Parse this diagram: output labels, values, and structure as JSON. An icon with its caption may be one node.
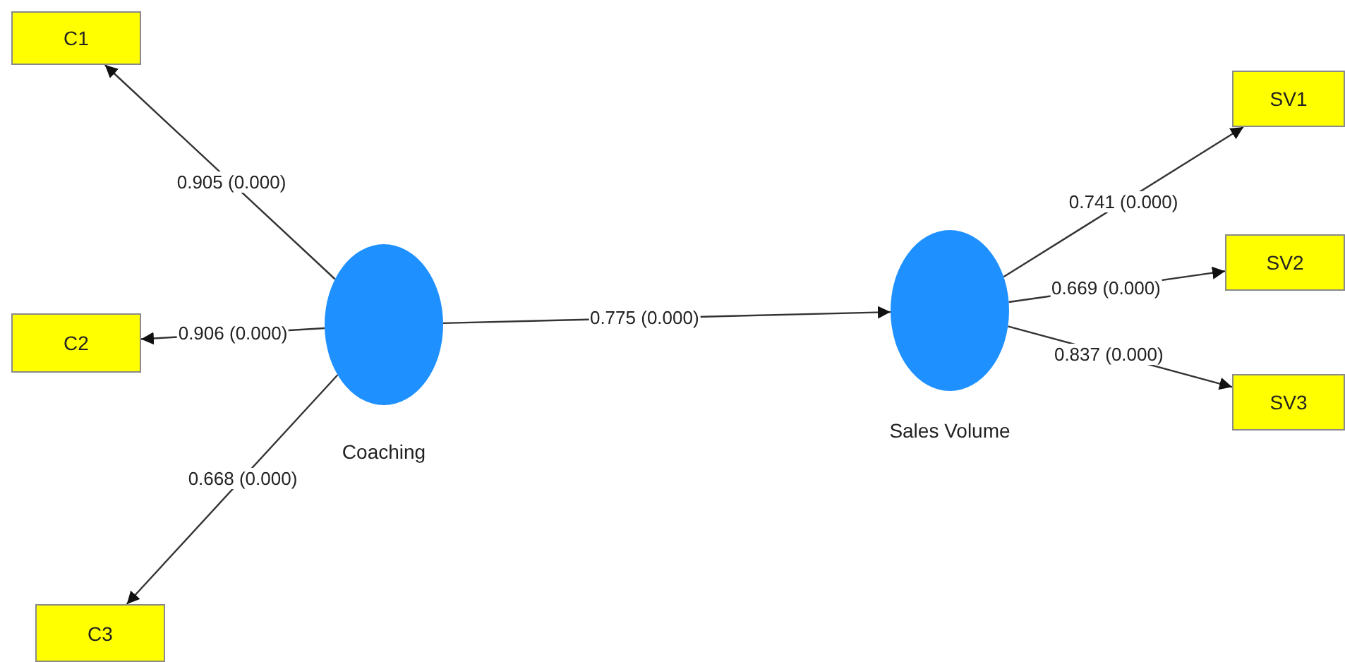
{
  "diagram": {
    "nodes": [
      {
        "text": [
          "C1"
        ]
      },
      {
        "text": [
          "C2"
        ]
      },
      {
        "text": [
          "C3"
        ]
      },
      {
        "text": [
          "Coaching"
        ]
      },
      {
        "text": [
          "Sales Volume"
        ]
      },
      {
        "text": [
          "SV1"
        ]
      },
      {
        "text": [
          "SV2"
        ]
      },
      {
        "text": [
          "SV3"
        ]
      }
    ],
    "edges": [
      {
        "from": 3,
        "to": 0,
        "arrow": "to",
        "label": "0.905 (0.000)"
      },
      {
        "from": 3,
        "to": 1,
        "arrow": "to",
        "label": "0.906 (0.000)"
      },
      {
        "from": 3,
        "to": 2,
        "arrow": "to",
        "label": "0.668 (0.000)"
      },
      {
        "from": 3,
        "to": 4,
        "arrow": "to",
        "label": "0.775 (0.000)"
      },
      {
        "from": 4,
        "to": 5,
        "arrow": "to",
        "label": "0.741 (0.000)"
      },
      {
        "from": 4,
        "to": 6,
        "arrow": "to",
        "label": "0.669 (0.000)"
      },
      {
        "from": 4,
        "to": 7,
        "arrow": "to",
        "label": "0.837 (0.000)"
      }
    ]
  }
}
